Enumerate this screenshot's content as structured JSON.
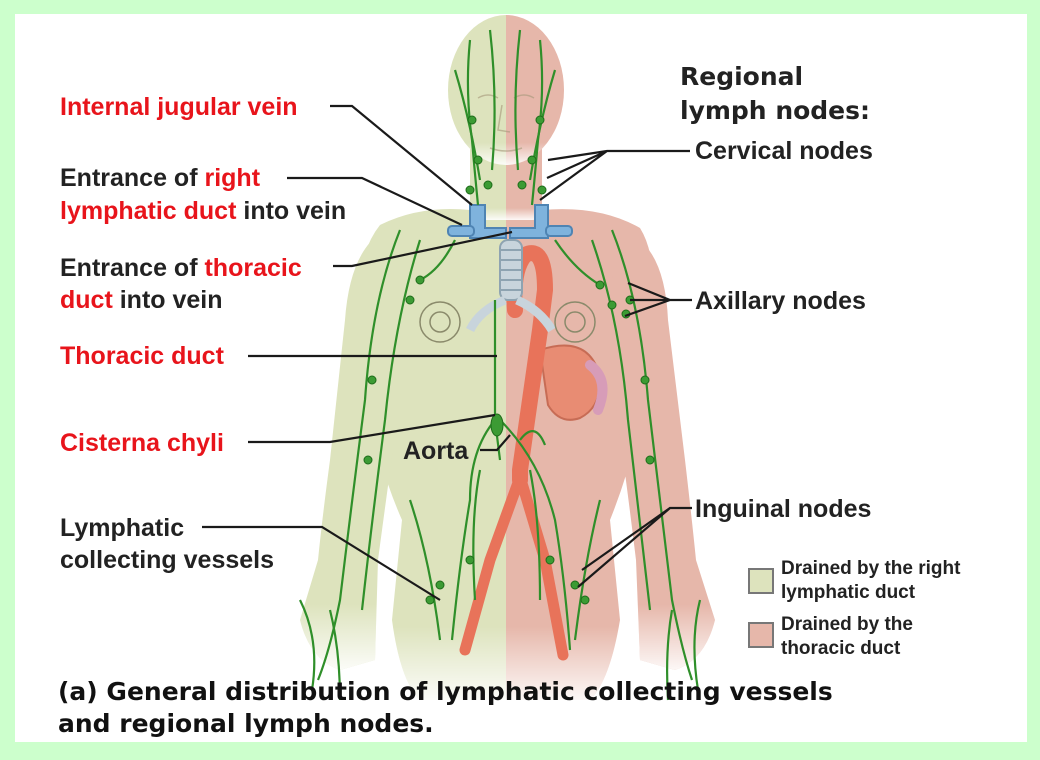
{
  "labels": {
    "internal_jugular_vein": "Internal jugular vein",
    "entrance_right_pre": "Entrance of ",
    "entrance_right_red": "right",
    "entrance_right_red2": "lymphatic duct",
    "entrance_right_post": " into vein",
    "entrance_thoracic_pre": "Entrance of ",
    "entrance_thoracic_red": "thoracic",
    "entrance_thoracic_red2": "duct",
    "entrance_thoracic_post": " into vein",
    "thoracic_duct": "Thoracic duct",
    "cisterna_chyli": "Cisterna chyli",
    "lymphatic_vessels_line1": "Lymphatic",
    "lymphatic_vessels_line2": "collecting vessels",
    "aorta": "Aorta",
    "regional_title_line1": "Regional",
    "regional_title_line2": "lymph nodes:",
    "cervical_nodes": "Cervical nodes",
    "axillary_nodes": "Axillary nodes",
    "inguinal_nodes": "Inguinal nodes"
  },
  "legend": {
    "right_line1": "Drained by the right",
    "right_line2": "lymphatic duct",
    "thoracic_line1": "Drained by the",
    "thoracic_line2": "thoracic duct"
  },
  "caption": {
    "line1": "(a) General distribution of lymphatic collecting vessels",
    "line2": "and regional lymph nodes."
  },
  "colors": {
    "background": "#ccffcc",
    "label_red": "#e8141b",
    "right_region": "#dde3bd",
    "thoracic_region": "#e6b7aa",
    "lymph_vessel": "#2f8f2a",
    "vein": "#7fb3dd",
    "aorta": "#e8735a"
  }
}
